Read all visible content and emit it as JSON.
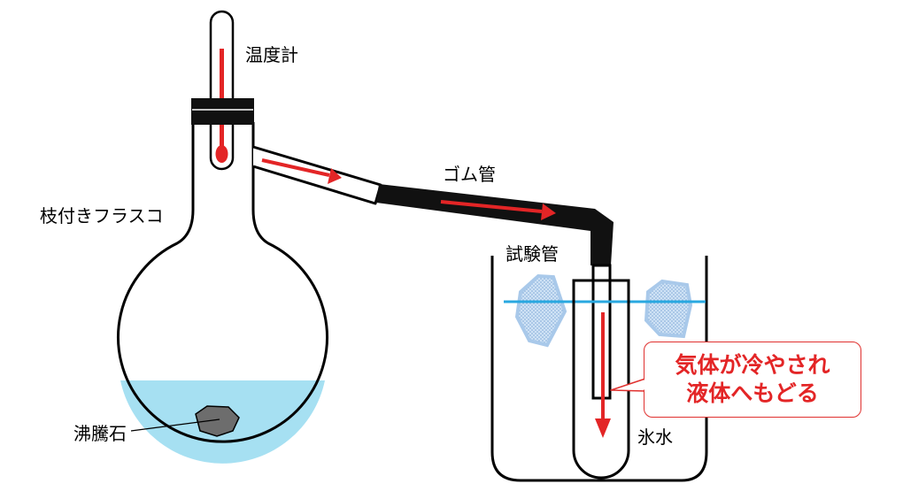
{
  "labels": {
    "thermometer": "温度計",
    "flask": "枝付きフラスコ",
    "rubber_tube": "ゴム管",
    "test_tube": "試験管",
    "boiling_stone": "沸騰石",
    "ice_water": "氷水"
  },
  "callout": {
    "line1": "気体が冷やされ",
    "line2": "液体へもどる"
  },
  "colors": {
    "arrow": "#e32526",
    "water": "#a6e0f2",
    "water_line": "#29a8e0",
    "ice": "#a9c9ea",
    "stopper": "#111111",
    "stone": "#6d6d6d",
    "callout_border": "#e0312f"
  }
}
